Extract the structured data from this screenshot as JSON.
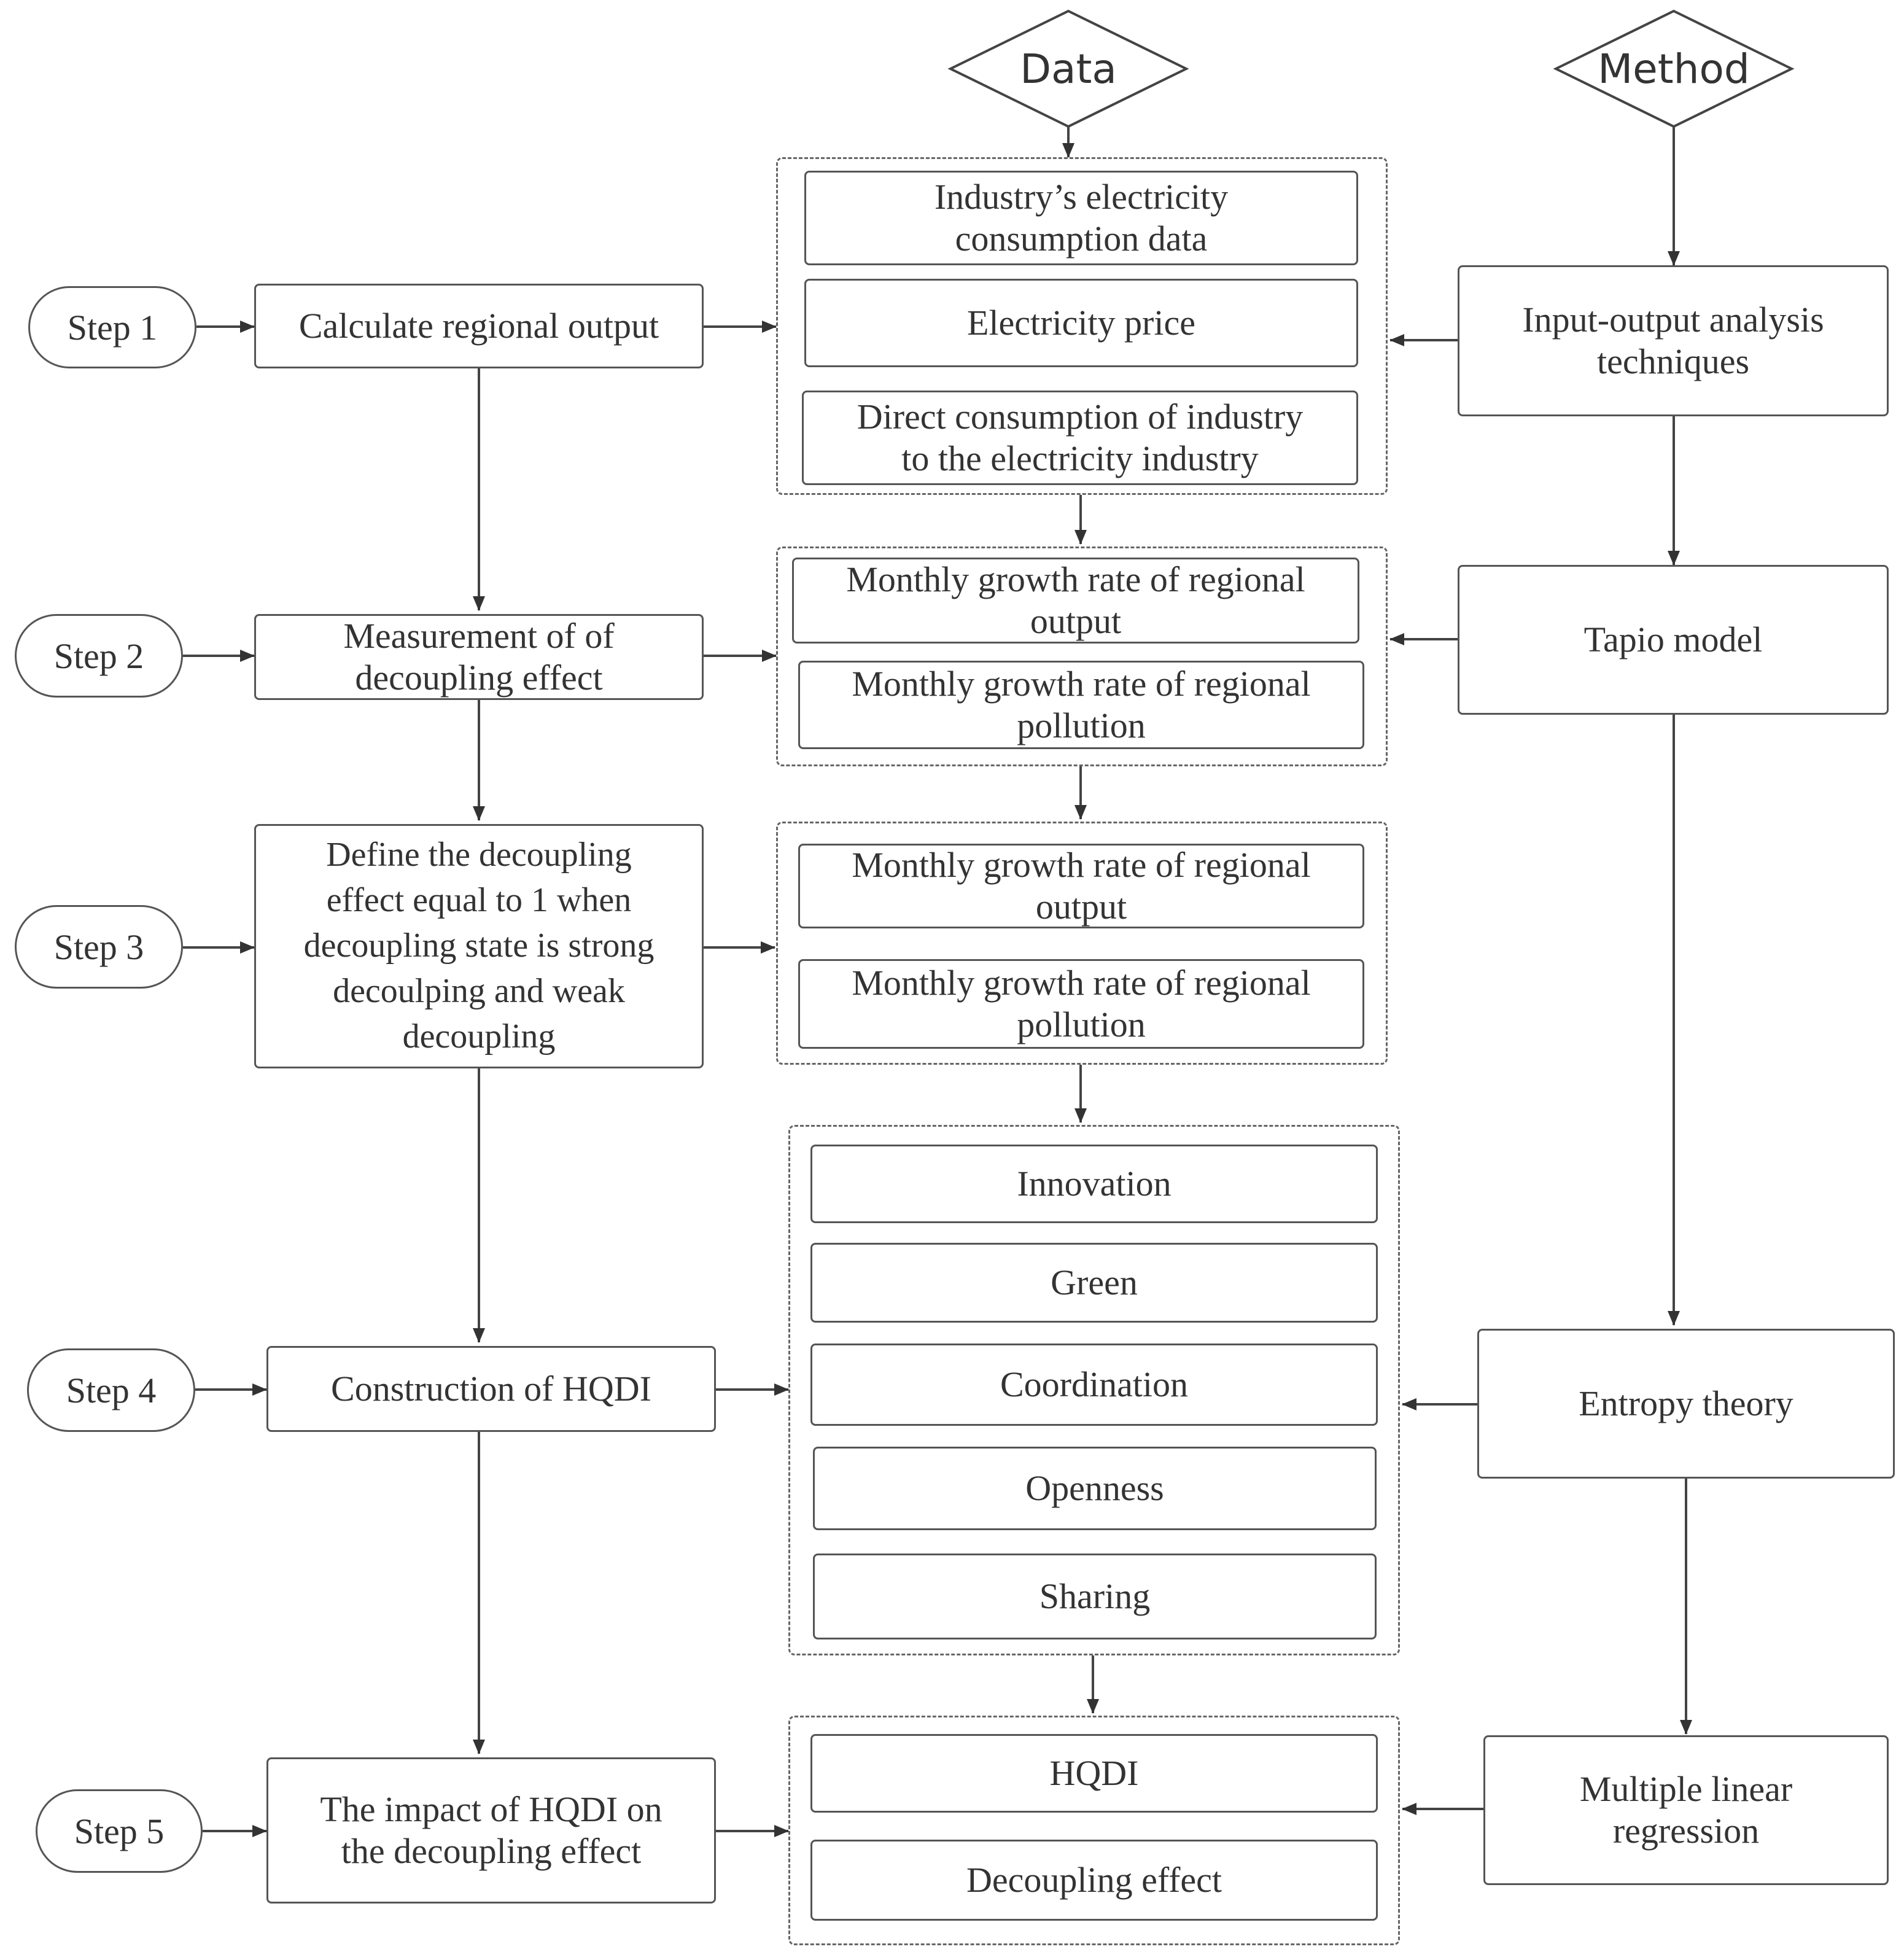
{
  "header": {
    "data_label": "Data",
    "method_label": "Method"
  },
  "steps": {
    "step1": "Step 1",
    "step2": "Step 2",
    "step3": "Step 3",
    "step4": "Step 4",
    "step5": "Step 5"
  },
  "process": {
    "step1": "Calculate regional output",
    "step2": "Measurement of of\ndecoupling effect",
    "step3": "Define the decoupling\neffect equal to 1 when\ndecoupling state is strong\ndecoulping and weak\ndecoupling",
    "step4": "Construction of HQDI",
    "step5": "The impact of HQDI on\nthe decoupling effect"
  },
  "data_groups": {
    "group1": [
      "Industry’s electricity\nconsumption data",
      "Electricity price",
      "Direct consumption of industry\nto the electricity industry"
    ],
    "group2": [
      "Monthly growth rate of regional\noutput",
      "Monthly growth rate of regional\npollution"
    ],
    "group3": [
      "Monthly growth rate of regional\noutput",
      "Monthly growth rate of regional\npollution"
    ],
    "group4": [
      "Innovation",
      "Green",
      "Coordination",
      "Openness",
      "Sharing"
    ],
    "group5": [
      "HQDI",
      "Decoupling effect"
    ]
  },
  "methods": {
    "m1": "Input-output analysis\ntechniques",
    "m2": "Tapio model",
    "m3": "Entropy theory",
    "m4": "Multiple linear\nregression"
  }
}
